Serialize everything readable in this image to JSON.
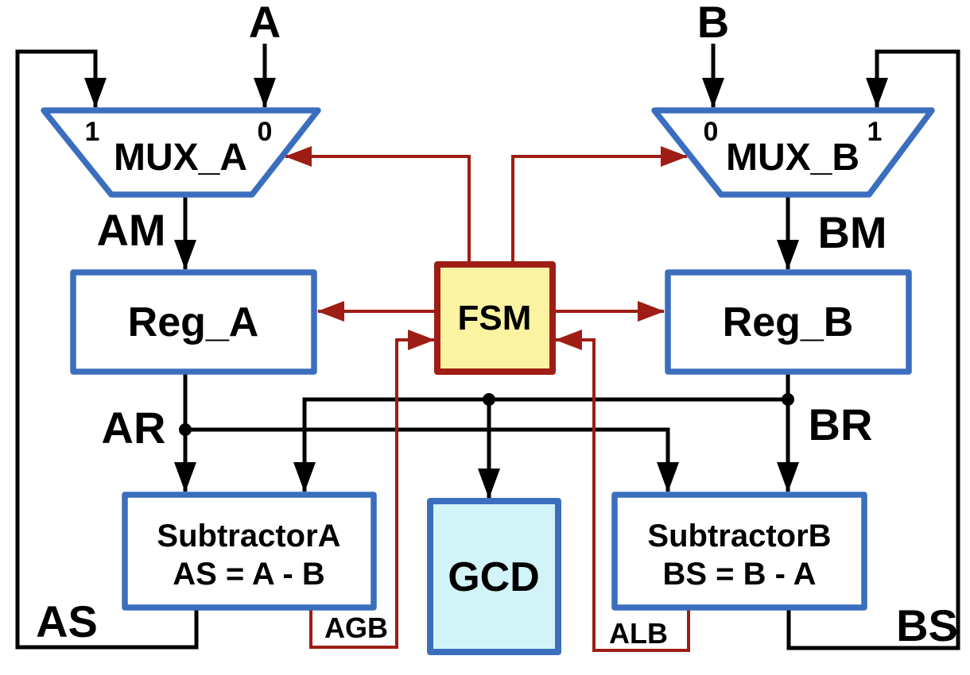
{
  "diagram": {
    "description": "GCD datapath block diagram with FSM controller",
    "blocks": {
      "mux_a": {
        "label": "MUX_A",
        "port_left": "1",
        "port_right": "0"
      },
      "mux_b": {
        "label": "MUX_B",
        "port_left": "0",
        "port_right": "1"
      },
      "reg_a": {
        "label": "Reg_A"
      },
      "reg_b": {
        "label": "Reg_B"
      },
      "fsm": {
        "label": "FSM"
      },
      "gcd": {
        "label": "GCD"
      },
      "subtractor_a": {
        "name": "SubtractorA",
        "equation": "AS = A - B"
      },
      "subtractor_b": {
        "name": "SubtractorB",
        "equation": "BS = B - A"
      }
    },
    "signals": {
      "a": "A",
      "b": "B",
      "am": "AM",
      "bm": "BM",
      "ar": "AR",
      "br": "BR",
      "as_out": "AS",
      "bs_out": "BS",
      "agb": "AGB",
      "alb": "ALB"
    },
    "colors": {
      "block_border_blue": "#3B6EBE",
      "control_red": "#9E1D14",
      "fsm_fill": "#FAF3A2",
      "gcd_fill": "#D2F4F9",
      "gcd_text": "#2E74A6",
      "wire_black": "#000000",
      "block_fill": "#FFFFFF",
      "background": "#FFFFFF"
    }
  }
}
